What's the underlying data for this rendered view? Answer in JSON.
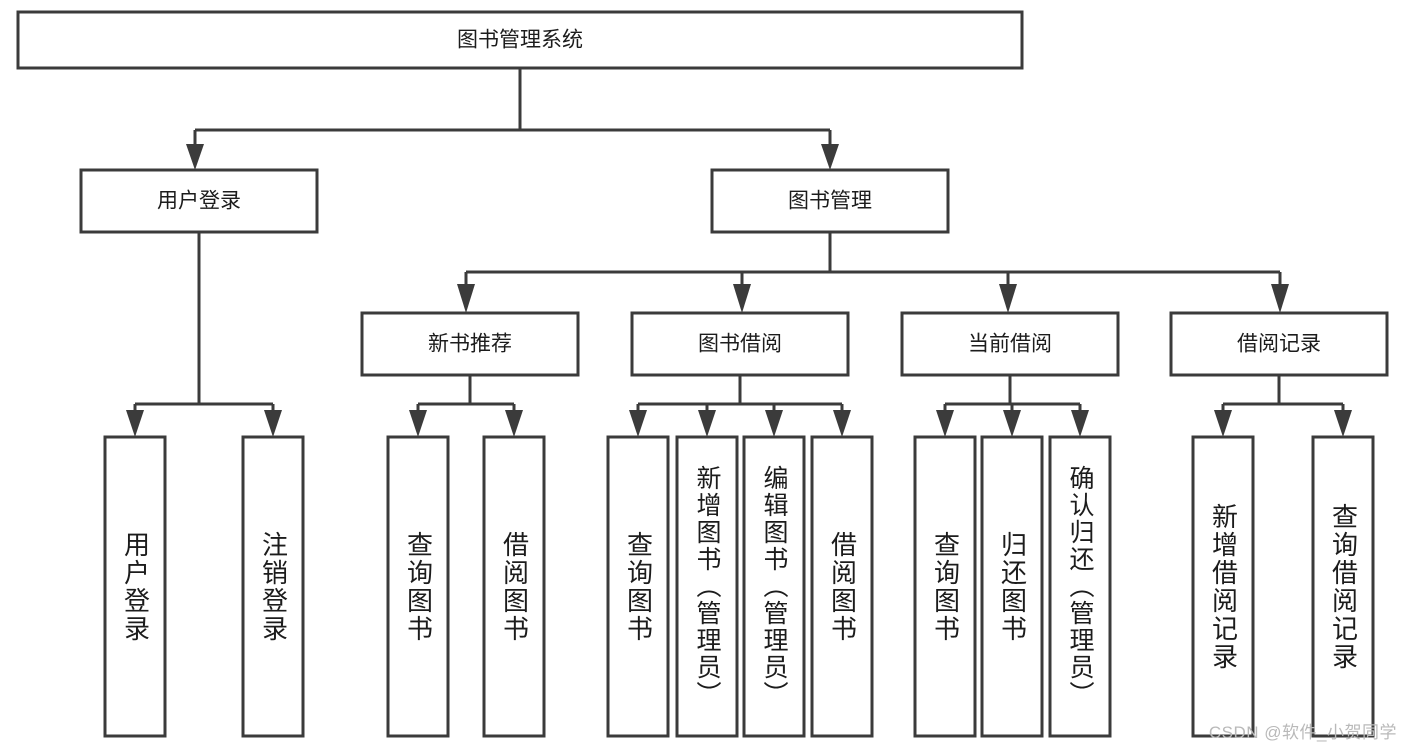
{
  "diagram": {
    "type": "tree",
    "title": "图书管理系统",
    "orientation": "top-down",
    "colors": {
      "box_stroke": "#3b3b3b",
      "box_fill": "#ffffff",
      "connector": "#3b3b3b",
      "text": "#1c1c1c",
      "watermark": "#b9b9b9",
      "background": "#ffffff"
    },
    "root": {
      "label": "图书管理系统"
    },
    "level2": [
      {
        "label": "用户登录"
      },
      {
        "label": "图书管理"
      }
    ],
    "level3": [
      {
        "label": "新书推荐"
      },
      {
        "label": "图书借阅"
      },
      {
        "label": "当前借阅"
      },
      {
        "label": "借阅记录"
      }
    ],
    "leaves": {
      "user_login": [
        {
          "label": "用户登录"
        },
        {
          "label": "注销登录"
        }
      ],
      "new_book_recommend": [
        {
          "label": "查询图书"
        },
        {
          "label": "借阅图书"
        }
      ],
      "book_borrow": [
        {
          "label": "查询图书"
        },
        {
          "label": "新增图书（管理员）"
        },
        {
          "label": "编辑图书（管理员）"
        },
        {
          "label": "借阅图书"
        }
      ],
      "current_borrow": [
        {
          "label": "查询图书"
        },
        {
          "label": "归还图书"
        },
        {
          "label": "确认归还（管理员）"
        }
      ],
      "borrow_record": [
        {
          "label": "新增借阅记录"
        },
        {
          "label": "查询借阅记录"
        }
      ]
    }
  },
  "watermark": {
    "text": "CSDN @软件_小贺同学"
  }
}
